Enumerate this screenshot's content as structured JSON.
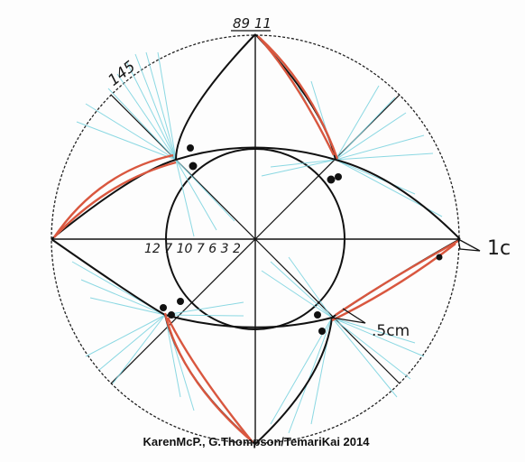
{
  "labels": {
    "top_numbers": "89 11",
    "upper_left_number": "145",
    "center_numbers": "12 7 10 7 6 3 2",
    "right_measurement": "1c",
    "lower_right_measurement": ".5cm"
  },
  "credit": "KarenMcP., G.Thompson/TemariKai 2014",
  "colors": {
    "outline": "#222222",
    "red_thread": "#d9573f",
    "cyan_thread": "#7fd4e0",
    "black_thread": "#111111"
  }
}
